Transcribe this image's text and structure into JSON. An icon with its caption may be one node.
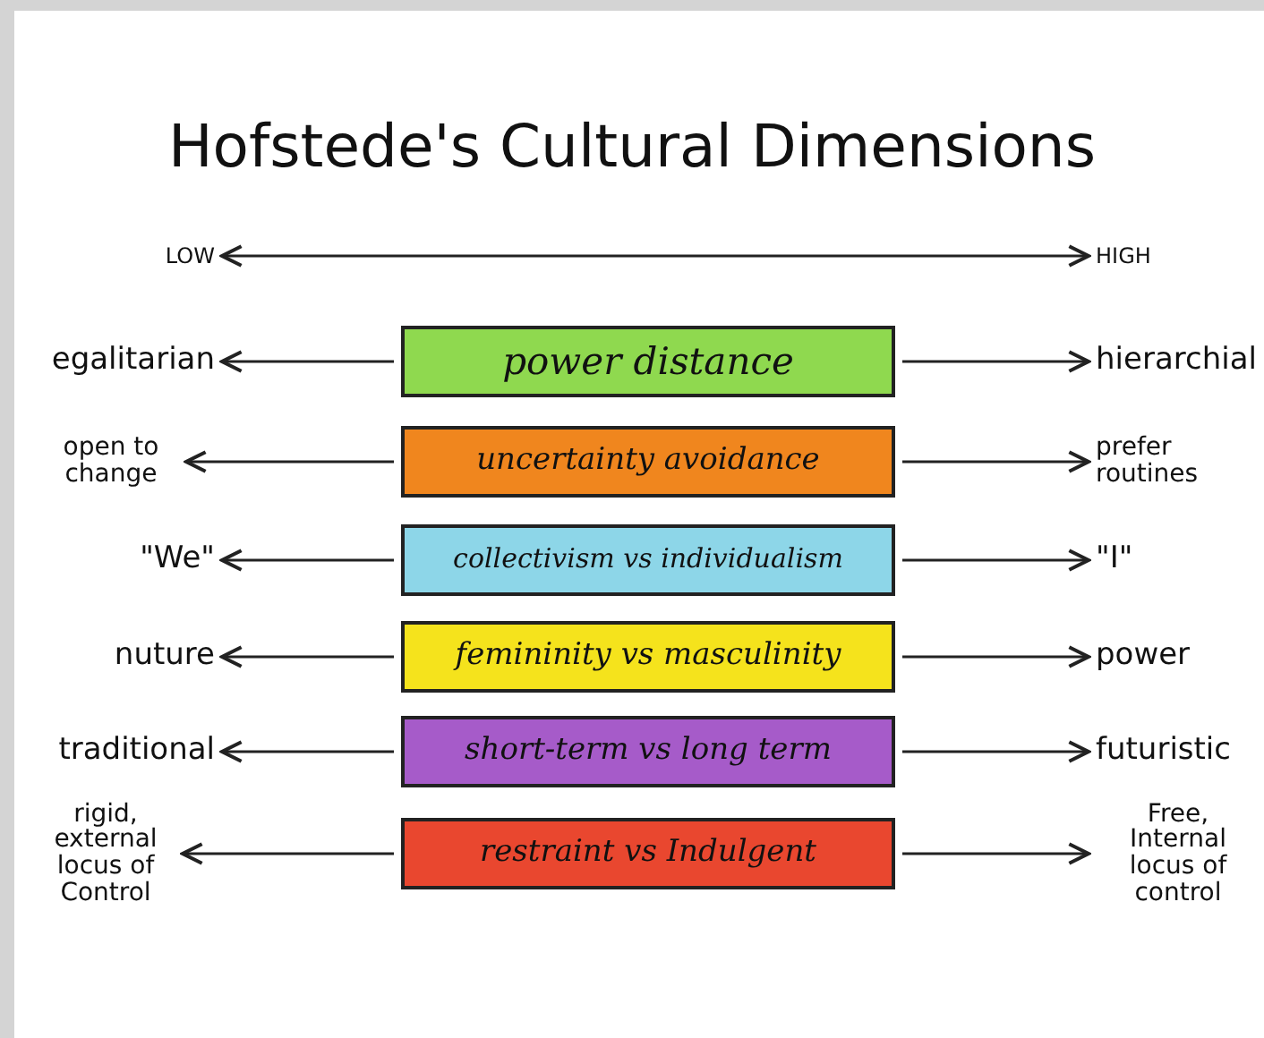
{
  "diagram": {
    "title": "Hofstede's Cultural Dimensions",
    "nodes": [
      {
        "text": [
          "LOW"
        ]
      },
      {
        "text": [
          "HIGH"
        ]
      },
      {
        "text": [
          "egalitarian"
        ]
      },
      {
        "text": [
          "power distance"
        ]
      },
      {
        "text": [
          "hierarchial"
        ]
      },
      {
        "text": [
          "open to change"
        ]
      },
      {
        "text": [
          "uncertainty avoidance"
        ]
      },
      {
        "text": [
          "prefer routines"
        ]
      },
      {
        "text": [
          "\"We\""
        ]
      },
      {
        "text": [
          "collectivism vs individualism"
        ]
      },
      {
        "text": [
          "\"I\""
        ]
      },
      {
        "text": [
          "nuture"
        ]
      },
      {
        "text": [
          "femininity vs masculinity"
        ]
      },
      {
        "text": [
          "power"
        ]
      },
      {
        "text": [
          "traditional"
        ]
      },
      {
        "text": [
          "short-term vs long term"
        ]
      },
      {
        "text": [
          "futuristic"
        ]
      },
      {
        "text": [
          "rigid, external locus of Control"
        ]
      },
      {
        "text": [
          "restraint vs Indulgent"
        ]
      },
      {
        "text": [
          "Free, Internal locus of control"
        ]
      }
    ],
    "edges": [
      {
        "from": 0,
        "to": 1,
        "arrow": "both"
      },
      {
        "from": 3,
        "to": 2,
        "arrow": "to"
      },
      {
        "from": 3,
        "to": 4,
        "arrow": "to"
      },
      {
        "from": 6,
        "to": 5,
        "arrow": "to"
      },
      {
        "from": 6,
        "to": 7,
        "arrow": "to"
      },
      {
        "from": 9,
        "to": 8,
        "arrow": "to"
      },
      {
        "from": 9,
        "to": 10,
        "arrow": "to"
      },
      {
        "from": 12,
        "to": 11,
        "arrow": "to"
      },
      {
        "from": 12,
        "to": 13,
        "arrow": "to"
      },
      {
        "from": 15,
        "to": 14,
        "arrow": "to"
      },
      {
        "from": 15,
        "to": 16,
        "arrow": "to"
      },
      {
        "from": 18,
        "to": 17,
        "arrow": "to"
      },
      {
        "from": 18,
        "to": 19,
        "arrow": "to"
      }
    ]
  }
}
